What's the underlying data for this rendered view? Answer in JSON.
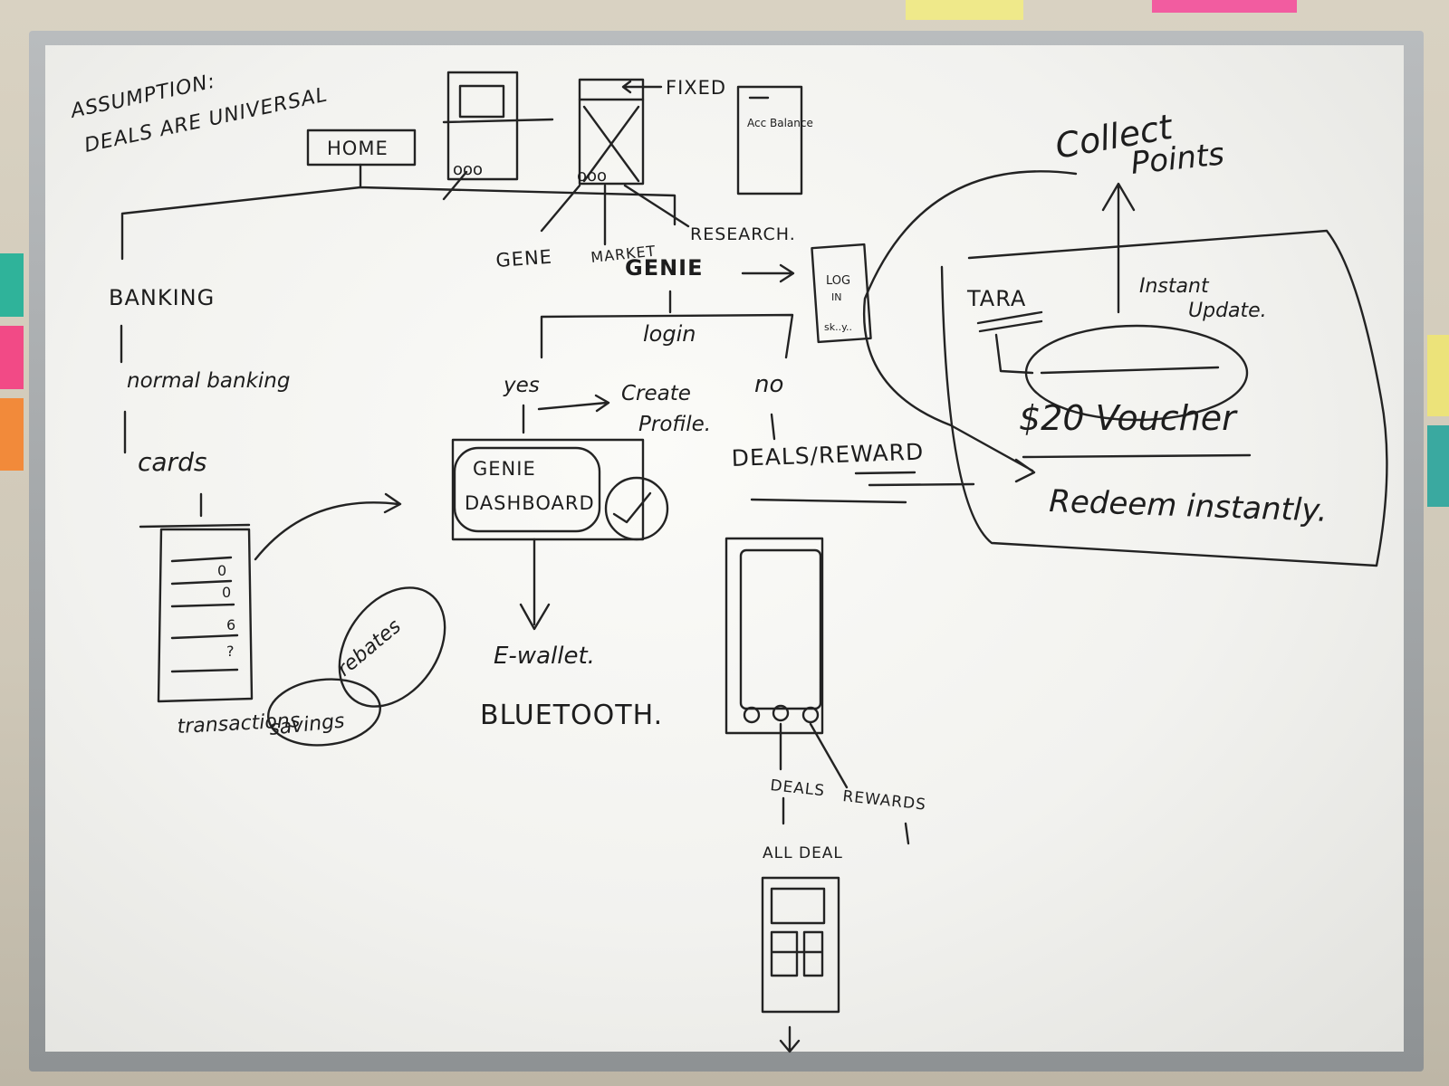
{
  "board": {
    "assumption_line1": "ASSUMPTION:",
    "assumption_line2": "DEALS ARE UNIVERSAL",
    "home": "HOME",
    "fixed": "FIXED",
    "acc_balance": "Acc Balance",
    "gene": "GENE",
    "market": "MARKET",
    "research": "RESEARCH.",
    "genie": "GENIE",
    "login_box_1": "LOG",
    "login_box_2": "IN",
    "login_box_3": "sk..y..",
    "banking": "BANKING",
    "normal_banking": "normal banking",
    "cards": "cards",
    "login": "login",
    "yes": "yes",
    "create_profile_1": "Create",
    "create_profile_2": "Profile.",
    "no": "no",
    "genie_dashboard_1": "GENIE",
    "genie_dashboard_2": "DASHBOARD",
    "deals_reward": "DEALS/REWARD",
    "ewallet": "E-wallet.",
    "bluetooth": "BLUETOOTH.",
    "card_numbers": [
      "0",
      "0",
      "6",
      "?"
    ],
    "transactions": "transactions",
    "savings": "savings",
    "rebates": "rebates",
    "deals": "DEALS",
    "rewards": "REWARDS",
    "all_deal": "ALL DEAL",
    "collect": "Collect",
    "points": "Points",
    "tara": "TARA",
    "instant_update_1": "Instant",
    "instant_update_2": "Update.",
    "voucher": "$20 Voucher",
    "redeem": "Redeem instantly."
  }
}
